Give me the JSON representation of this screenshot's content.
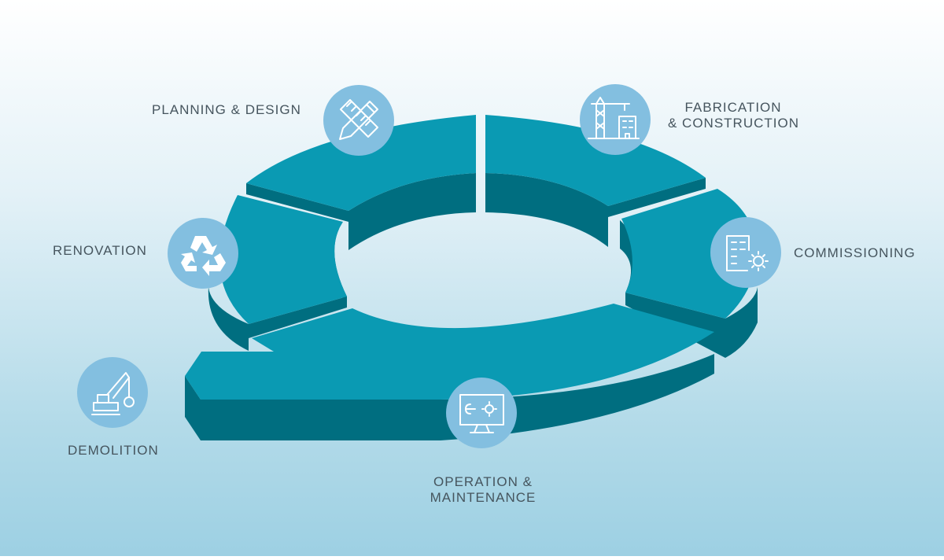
{
  "diagram": {
    "stages": [
      {
        "id": "planning",
        "lines": [
          "PLANNING & DESIGN"
        ],
        "icon": "pencil-ruler-icon"
      },
      {
        "id": "fabrication",
        "lines": [
          "FABRICATION",
          "& CONSTRUCTION"
        ],
        "icon": "crane-building-icon"
      },
      {
        "id": "commissioning",
        "lines": [
          "COMMISSIONING"
        ],
        "icon": "building-gear-icon"
      },
      {
        "id": "operation",
        "lines": [
          "OPERATION &",
          "MAINTENANCE"
        ],
        "icon": "monitor-wrench-gear-icon"
      },
      {
        "id": "demolition",
        "lines": [
          "DEMOLITION"
        ],
        "icon": "wrecking-ball-crane-icon"
      },
      {
        "id": "renovation",
        "lines": [
          "RENOVATION"
        ],
        "icon": "recycle-icon"
      }
    ],
    "colors": {
      "top": "#0a9ab3",
      "side": "#006e80",
      "icon_circle": "#83bfe0",
      "label": "#46555e"
    }
  }
}
